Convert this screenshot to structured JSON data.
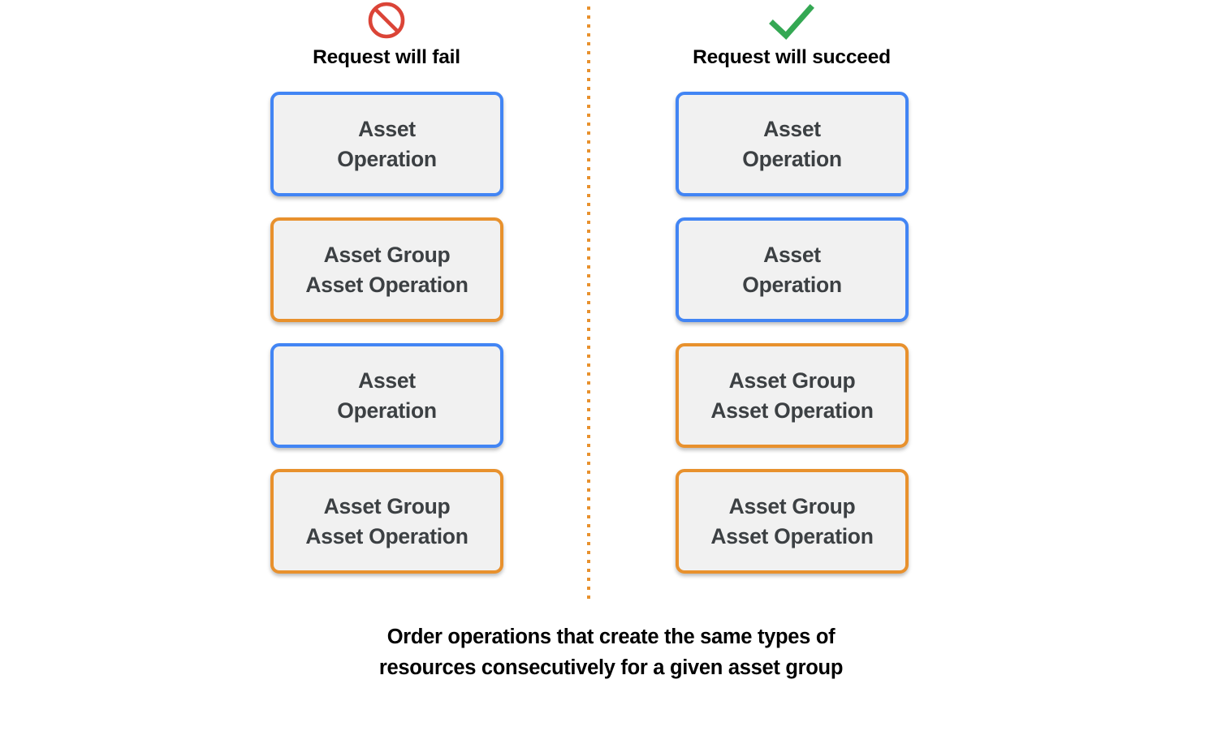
{
  "diagram": {
    "columns": [
      {
        "id": "fail",
        "icon": "prohibition-icon",
        "icon_color": "#DB4437",
        "title": "Request will fail",
        "cards": [
          {
            "label": "Asset\nOperation",
            "accent": "blue"
          },
          {
            "label": "Asset Group\nAsset Operation",
            "accent": "orange"
          },
          {
            "label": "Asset\nOperation",
            "accent": "blue"
          },
          {
            "label": "Asset Group\nAsset Operation",
            "accent": "orange"
          }
        ]
      },
      {
        "id": "succeed",
        "icon": "checkmark-icon",
        "icon_color": "#34A853",
        "title": "Request will succeed",
        "cards": [
          {
            "label": "Asset\nOperation",
            "accent": "blue"
          },
          {
            "label": "Asset\nOperation",
            "accent": "blue"
          },
          {
            "label": "Asset Group\nAsset Operation",
            "accent": "orange"
          },
          {
            "label": "Asset Group\nAsset Operation",
            "accent": "orange"
          }
        ]
      }
    ],
    "caption": "Order operations that create the same types of\nresources consecutively for a given asset group",
    "colors": {
      "accent_blue": "#4285F4",
      "accent_orange": "#E8912D",
      "card_fill": "#F1F1F1",
      "card_text": "#3C4043",
      "fail_icon": "#DB4437",
      "succeed_icon": "#34A853",
      "divider": "#E8912D",
      "background": "#FFFFFF"
    }
  }
}
